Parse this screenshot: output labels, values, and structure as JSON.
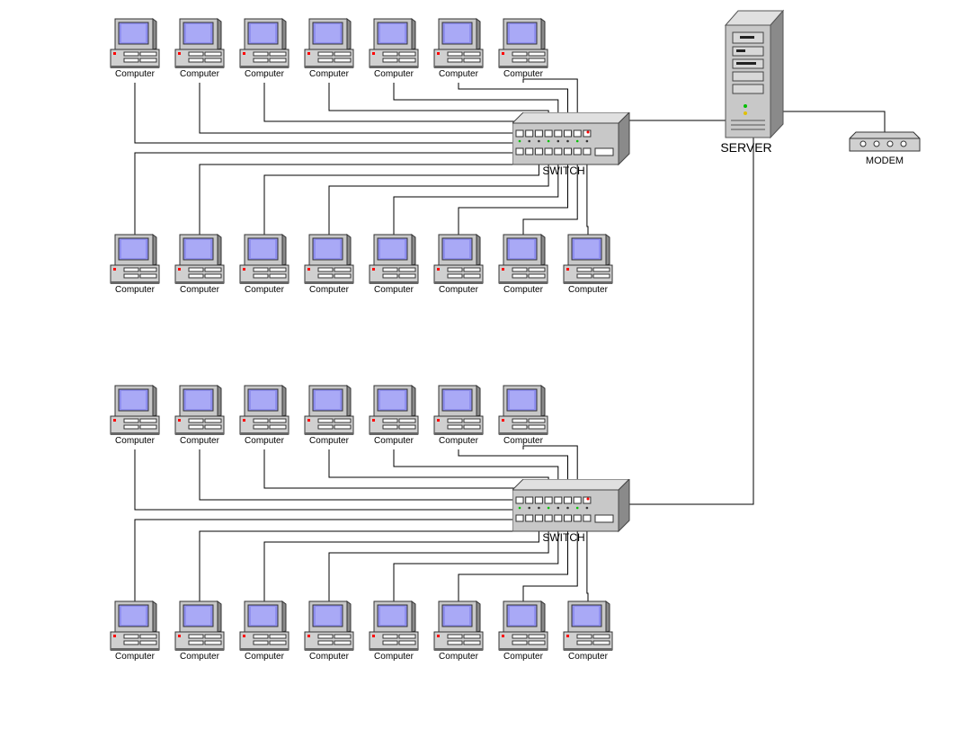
{
  "server": {
    "label": "SERVER"
  },
  "modem": {
    "label": "MODEM"
  },
  "groups": [
    {
      "switch_label": "SWITCH",
      "top_computers": [
        "Computer",
        "Computer",
        "Computer",
        "Computer",
        "Computer",
        "Computer",
        "Computer"
      ],
      "bottom_computers": [
        "Computer",
        "Computer",
        "Computer",
        "Computer",
        "Computer",
        "Computer",
        "Computer",
        "Computer"
      ]
    },
    {
      "switch_label": "SWITCH",
      "top_computers": [
        "Computer",
        "Computer",
        "Computer",
        "Computer",
        "Computer",
        "Computer",
        "Computer"
      ],
      "bottom_computers": [
        "Computer",
        "Computer",
        "Computer",
        "Computer",
        "Computer",
        "Computer",
        "Computer",
        "Computer"
      ]
    }
  ],
  "colors": {
    "screen": "#8f8fef",
    "case": "#c8c8c8",
    "wire": "#000000",
    "led_red": "#ff0000",
    "led_green": "#00c000"
  }
}
